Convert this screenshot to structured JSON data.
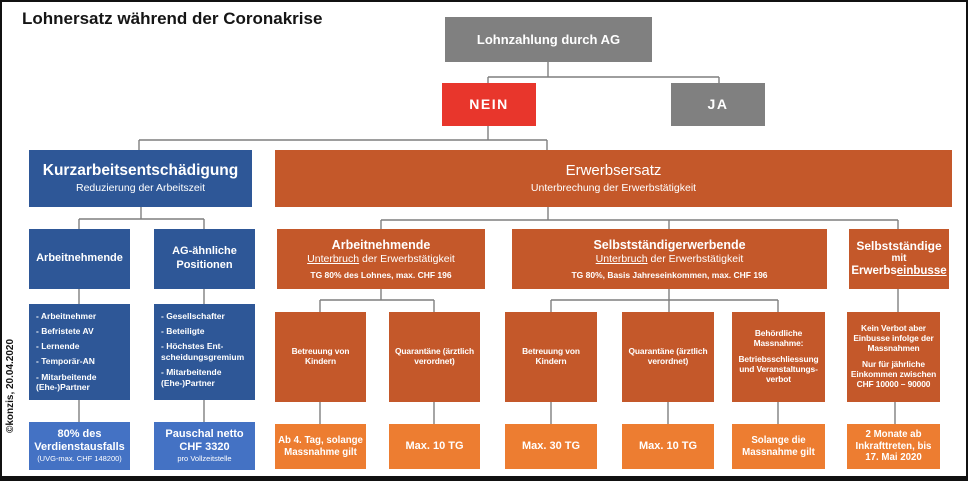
{
  "title": "Lohnersatz während der Coronakrise",
  "watermark": "©konzis, 20.04.2020",
  "colors": {
    "gray": "#808080",
    "red": "#E8362C",
    "dark_blue": "#2E5797",
    "light_blue": "#4472C4",
    "dark_orange": "#C4582A",
    "light_orange": "#ED7D31",
    "connector": "#7F7F7F"
  },
  "root": {
    "label": "Lohnzahlung durch AG"
  },
  "decision": {
    "no": "NEIN",
    "yes": "JA"
  },
  "kurzarbeit": {
    "title": "Kurzarbeitsentschädigung",
    "subtitle": "Reduzierung der Arbeitszeit",
    "employees": {
      "title": "Arbeitnehmende",
      "items": [
        "- Arbeitnehmer",
        "- Befristete AV",
        "- Lernende",
        "- Temporär-AN",
        "- Mitarbeitende (Ehe-)Partner"
      ],
      "benefit_main": "80% des Verdienstausfalls",
      "benefit_note": "(UVG-max. CHF 148200)"
    },
    "employer_like": {
      "title": "AG-ähnliche Positionen",
      "items": [
        "- Gesellschafter",
        "- Beteiligte",
        "- Höchstes Ent-scheidungsgremium",
        "- Mitarbeitende (Ehe-)Partner"
      ],
      "benefit_main": "Pauschal netto CHF 3320",
      "benefit_note": "pro Vollzeitstelle"
    }
  },
  "erwerbsersatz": {
    "title": "Erwerbsersatz",
    "subtitle": "Unterbrechung der Erwerbstätigkeit",
    "branch_employees": {
      "title": "Arbeitnehmende",
      "line2_underlined": "Unterbruch",
      "line2_rest": " der Erwerbstätigkeit",
      "line3": "TG 80% des Lohnes, max. CHF 196"
    },
    "branch_selfemployed": {
      "title": "Selbstständigerwerbende",
      "line2_underlined": "Unterbruch",
      "line2_rest": " der Erwerbstätigkeit",
      "line3": "TG 80%, Basis Jahreseinkommen, max. CHF 196"
    },
    "branch_loss": {
      "line1": "Selbstständige",
      "line2": "mit",
      "line3_plain": "Erwerbs",
      "line3_underlined": "einbusse"
    },
    "cases": [
      {
        "body": "Betreuung von Kindern",
        "duration": "Ab 4. Tag, solange Massnahme gilt"
      },
      {
        "body": "Quarantäne (ärztlich verordnet)",
        "duration": "Max. 10 TG"
      },
      {
        "body": "Betreuung von Kindern",
        "duration": "Max. 30 TG"
      },
      {
        "body": "Quarantäne (ärztlich verordnet)",
        "duration": "Max. 10 TG"
      },
      {
        "heading": "Behördliche Massnahme:",
        "body": "Betriebsschliessung und Veranstaltungs-verbot",
        "duration": "Solange die Massnahme gilt"
      },
      {
        "body": "Kein Verbot aber Einbusse infolge der Massnahmen",
        "body2": "Nur für jährliche Einkommen zwischen CHF 10000 – 90000",
        "duration": "2 Monate ab Inkrafttreten, bis 17. Mai 2020"
      }
    ]
  }
}
